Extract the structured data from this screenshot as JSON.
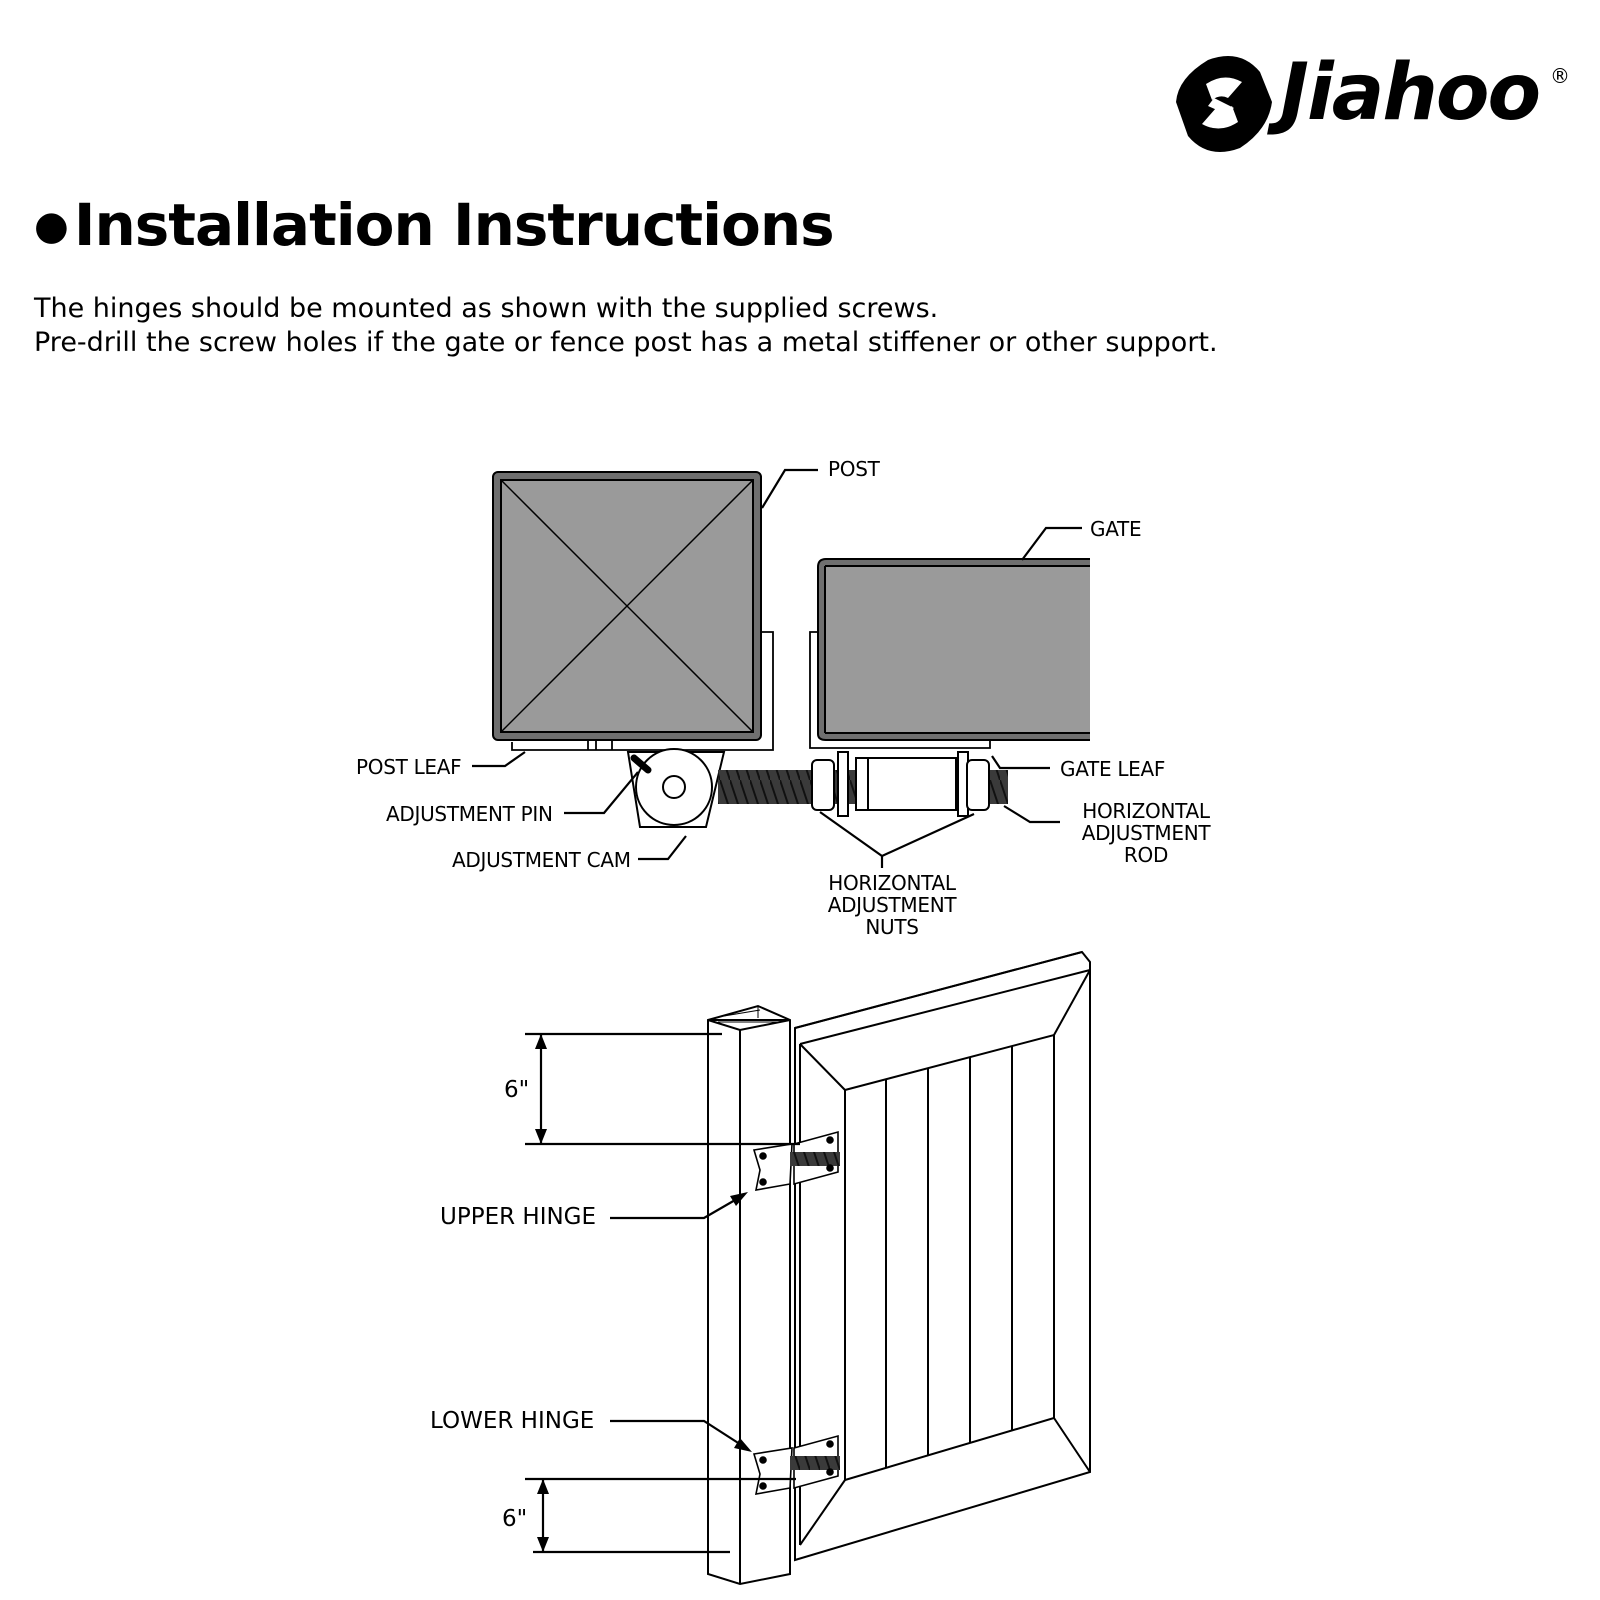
{
  "brand": {
    "name": "Jiahoo",
    "registered": "®"
  },
  "heading": {
    "bullet": "●",
    "title": "Installation Instructions"
  },
  "intro": [
    "The hinges should be mounted as  shown with the supplied screws.",
    "Pre-drill the screw holes if the gate or fence post has a metal stiffener or other support."
  ],
  "top_diagram": {
    "labels": {
      "post": "POST",
      "gate": "GATE",
      "post_leaf": "POST  LEAF",
      "gate_leaf": "GATE LEAF",
      "adjustment_pin": "ADJUSTMENT PIN",
      "adjustment_cam": "ADJUSTMENT CAM",
      "horizontal_adjustment_rod": [
        "HORIZONTAL",
        "ADJUSTMENT",
        "ROD"
      ],
      "horizontal_adjustment_nuts": [
        "HORIZONTAL",
        "ADJUSTMENT",
        "NUTS"
      ]
    },
    "colors": {
      "fill": "#9a9a9a",
      "rod": "#3a3a3a"
    }
  },
  "bottom_diagram": {
    "labels": {
      "upper_hinge": "UPPER HINGE",
      "lower_hinge": "LOWER HINGE",
      "top_offset": "6\"",
      "bottom_offset": "6\""
    }
  }
}
